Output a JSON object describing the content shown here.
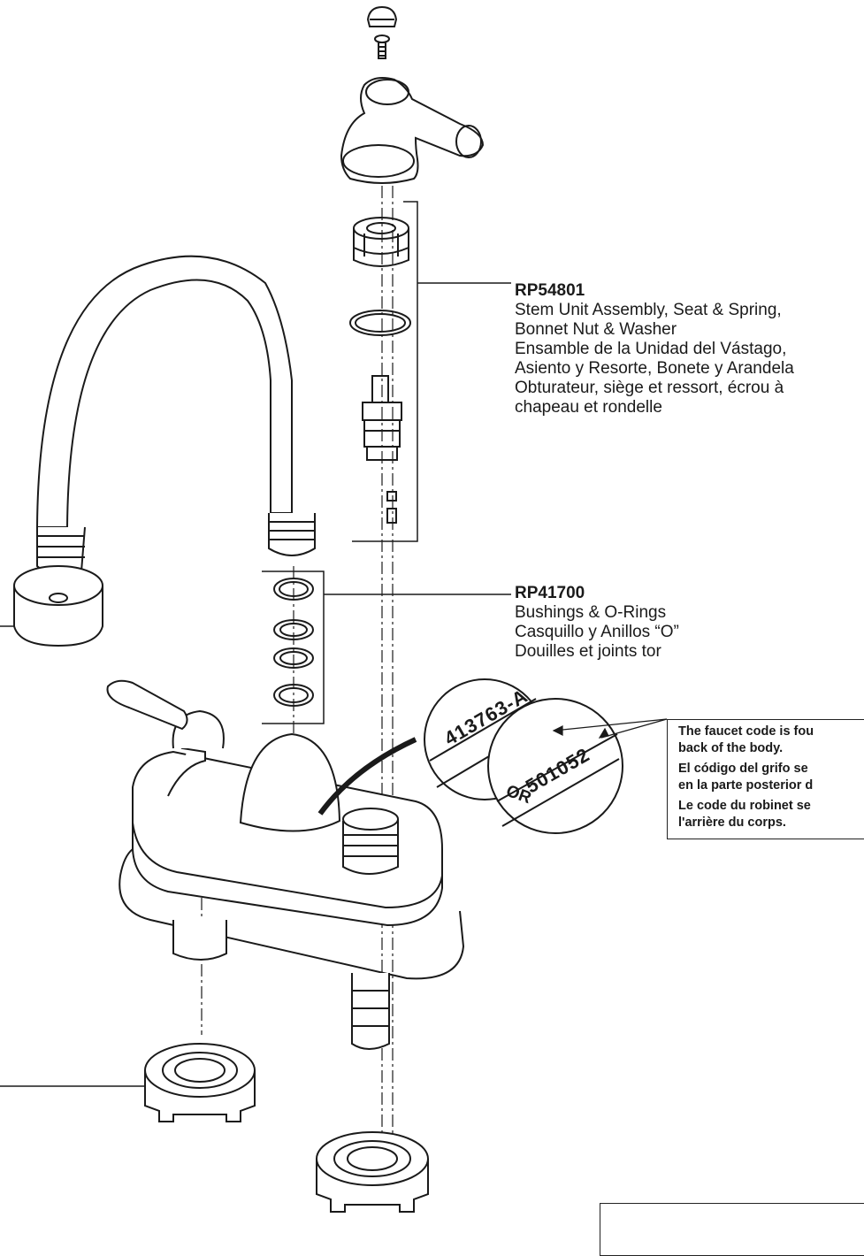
{
  "parts": [
    {
      "code": "RP54801",
      "lines": [
        "Stem Unit Assembly, Seat & Spring,",
        "Bonnet Nut & Washer",
        "Ensamble de la Unidad del Vástago,",
        "Asiento y Resorte, Bonete y Arandela",
        "Obturateur, siège et ressort, écrou à",
        "chapeau et rondelle"
      ]
    },
    {
      "code": "RP41700",
      "lines": [
        "Bushings & O-Rings",
        "Casquillo y Anillos “O”",
        "Douilles et joints tor"
      ]
    }
  ],
  "faucet_code_box": {
    "en": [
      "The faucet code is fou",
      "back of the body."
    ],
    "es": [
      "El código del grifo se",
      "en la parte posterior d"
    ],
    "fr": [
      "Le code du robinet se",
      "l'arrière du corps."
    ]
  },
  "stamp_codes": [
    "413763-A",
    "501052"
  ],
  "or_label": "OR"
}
